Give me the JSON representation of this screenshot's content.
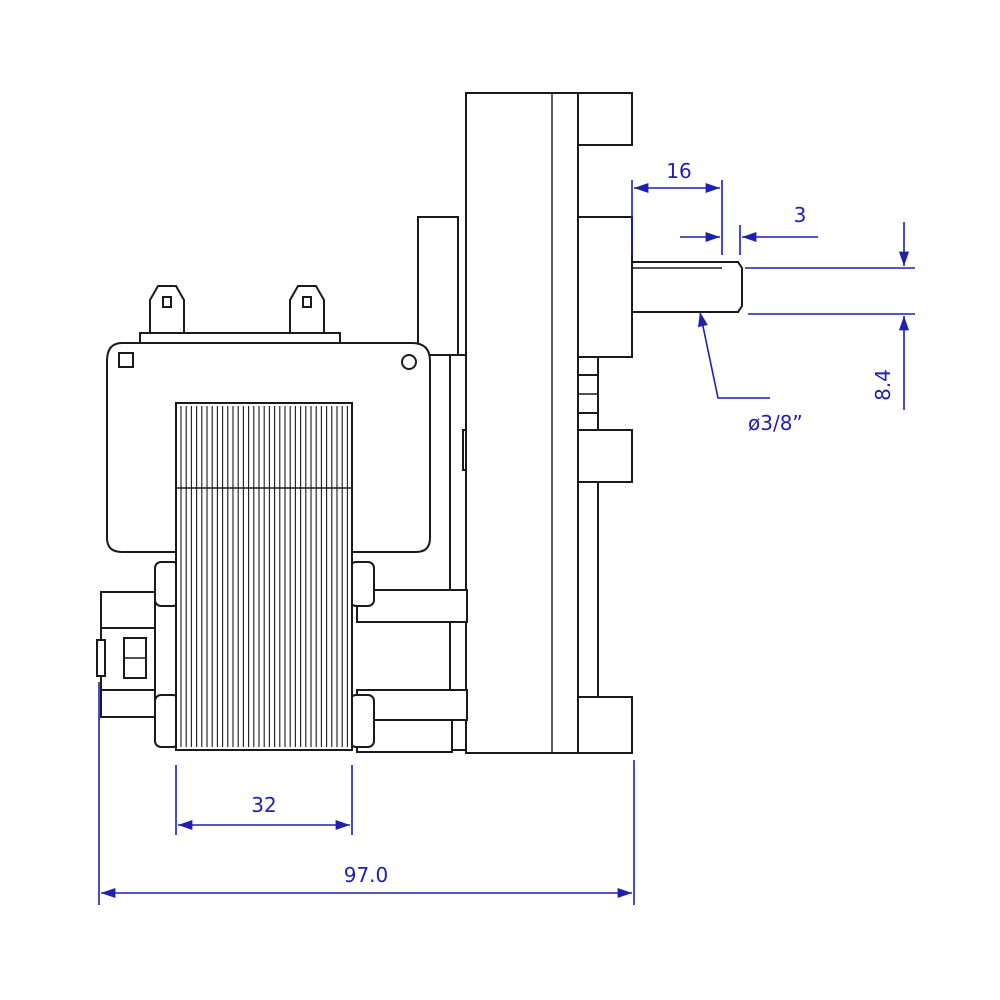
{
  "drawing": {
    "colors": {
      "line": "#1a1a1a",
      "dimension": "#1f1fb0",
      "background": "#ffffff"
    },
    "dimensions": {
      "shaft_length": "16",
      "shaft_flat": "3",
      "shaft_flat_depth": "8.4",
      "shaft_diameter": "ø3/8”",
      "coil_width": "32",
      "overall_length": "97.0"
    }
  }
}
